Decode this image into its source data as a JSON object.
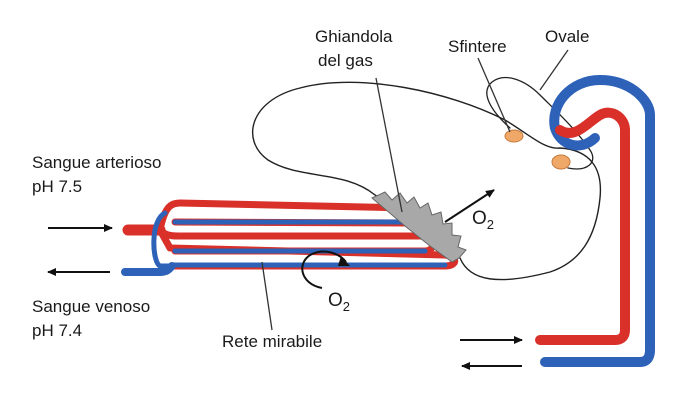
{
  "labels": {
    "ghiandola_line1": "Ghiandola",
    "ghiandola_line2": "del gas",
    "sfintere": "Sfintere",
    "ovale": "Ovale",
    "arterioso_line1": "Sangue arterioso",
    "arterioso_line2": "pH 7.5",
    "venoso_line1": "Sangue venoso",
    "venoso_line2": "pH 7.4",
    "rete_mirabile": "Rete mirabile",
    "o2_main": "O",
    "o2_sub": "2"
  },
  "colors": {
    "arterial": "#d9302a",
    "venous": "#2d62b8",
    "gland": "#a8a8a8",
    "sphincter": "#f0a868",
    "outline": "#222222"
  }
}
